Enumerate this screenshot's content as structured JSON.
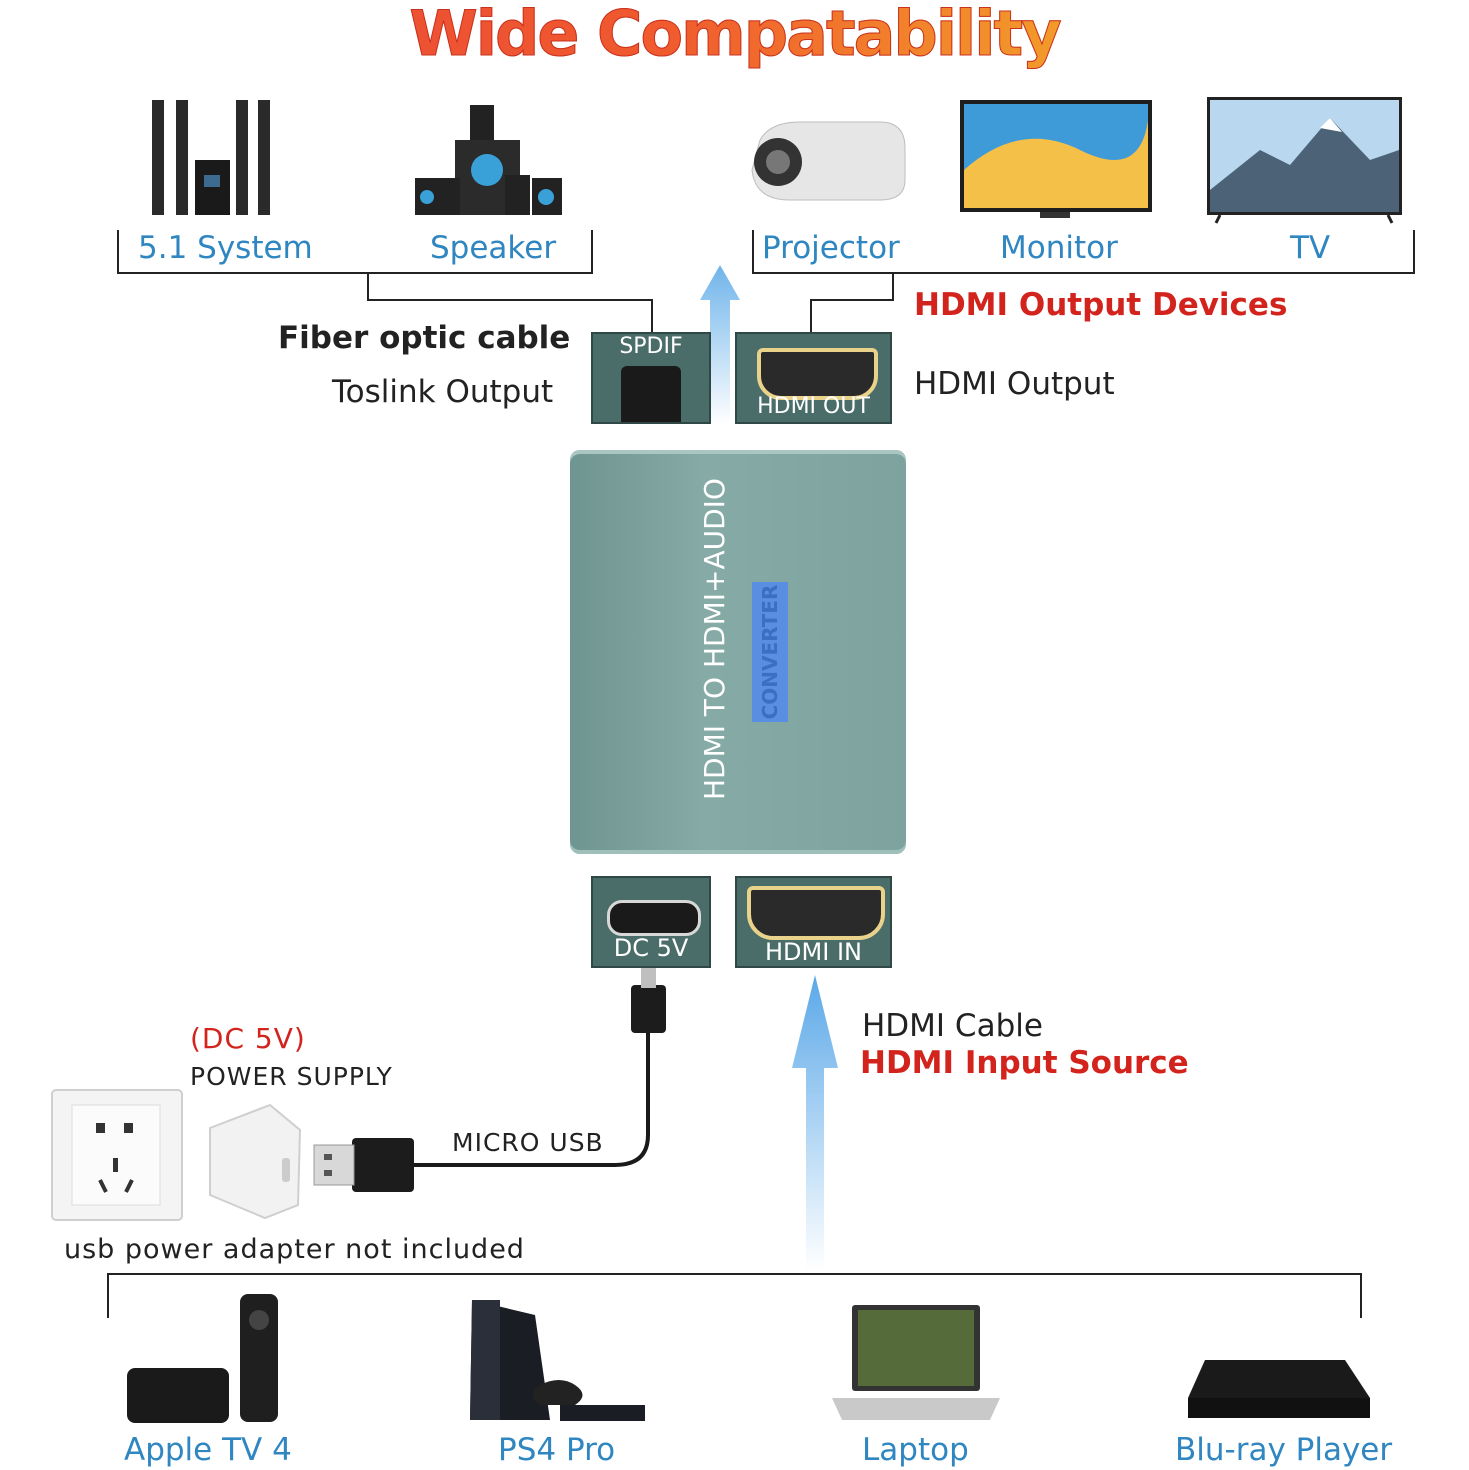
{
  "title": "Wide Compatability",
  "output_devices": {
    "audio": [
      "5.1 System",
      "Speaker"
    ],
    "video": [
      "Projector",
      "Monitor",
      "TV"
    ],
    "heading": "HDMI Output Devices"
  },
  "ports": {
    "spdif": "SPDIF",
    "hdmi_out": "HDMI OUT",
    "dc": "DC 5V",
    "hdmi_in": "HDMI IN"
  },
  "labels": {
    "fiber": "Fiber optic cable",
    "toslink": "Toslink Output",
    "hdmi_output": "HDMI Output",
    "hdmi_cable": "HDMI Cable",
    "hdmi_input_source": "HDMI Input Source",
    "dc_5v": "(DC 5V)",
    "power_supply": "POWER SUPPLY",
    "micro_usb": "MICRO USB",
    "adapter_note": "usb power adapter not included"
  },
  "device": {
    "line1": "HDMI TO HDMI+AUDIO",
    "line2": "CONVERTER",
    "body_color": "#7fa5a1"
  },
  "input_devices": [
    "Apple TV 4",
    "PS4 Pro",
    "Laptop",
    "Blu-ray Player"
  ],
  "colors": {
    "blue_text": "#2f86c0",
    "red_text": "#d3231d",
    "arrow": "#6fb4ea"
  }
}
